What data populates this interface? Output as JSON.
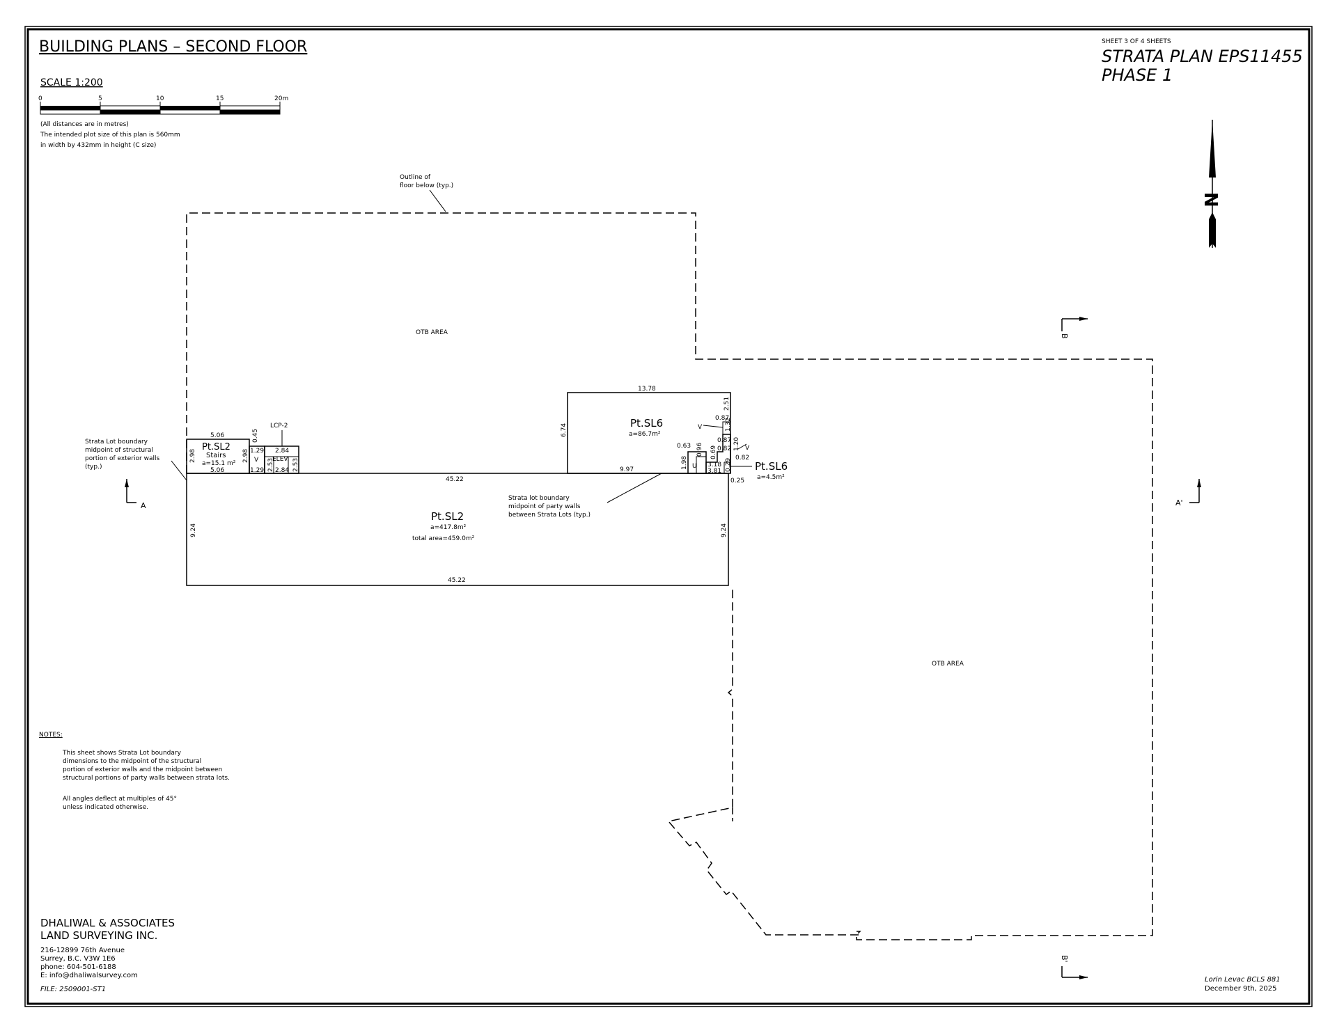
{
  "title": "BUILDING PLANS – SECOND FLOOR",
  "sheet": "SHEET 3 OF 4 SHEETS",
  "strata_plan": "STRATA PLAN EPS11455",
  "phase": "PHASE 1",
  "scale": {
    "label": "SCALE 1:200",
    "ticks": [
      "0",
      "5",
      "10",
      "15",
      "20m"
    ],
    "note_lines": [
      "(All distances are in metres)",
      "The intended plot size of this plan is 560mm",
      "in width by 432mm in height (C size)"
    ]
  },
  "north_label": "N",
  "labels": {
    "outline_line1": "Outline of",
    "outline_line2": "floor below (typ.)",
    "otb_area_top": "OTB AREA",
    "otb_area_right": "OTB AREA",
    "lcp": "LCP-2",
    "elev": "ELEV.",
    "v_left": "V",
    "v_right": "V",
    "v_right2": "V",
    "u": "U",
    "boundary_ext_1": "Strata Lot boundary",
    "boundary_ext_2": "midpoint of structural",
    "boundary_ext_3": "portion of exterior walls",
    "boundary_ext_4": "(typ.)",
    "boundary_party_1": "Strata lot boundary",
    "boundary_party_2": "midpoint of party walls",
    "boundary_party_3": "between Strata Lots (typ.)"
  },
  "section_marks": {
    "a": "A",
    "a_prime": "A'",
    "b": "B",
    "b_prime": "B'"
  },
  "lots": {
    "sl2_main": {
      "name": "Pt.SL2",
      "area": "a=417.8m²",
      "total": "total area=459.0m²"
    },
    "sl2_stairs": {
      "name": "Pt.SL2",
      "sub": "Stairs",
      "area": "a=15.1 m²"
    },
    "sl6_main": {
      "name": "Pt.SL6",
      "area": "a=86.7m²"
    },
    "sl6_small": {
      "name": "Pt.SL6",
      "area": "a=4.5m²"
    }
  },
  "dims": {
    "d_45_22_top": "45.22",
    "d_45_22_bottom": "45.22",
    "d_9_24_left": "9.24",
    "d_9_24_right": "9.24",
    "d_5_06_top": "5.06",
    "d_5_06_bottom": "5.06",
    "d_2_98_left": "2.98",
    "d_2_98_right": "2.98",
    "d_0_45": "0.45",
    "d_1_29_top": "1.29",
    "d_1_29_bottom": "1.29",
    "d_2_53_a": "2.53",
    "d_2_53_b": "2.53",
    "d_2_84_top": "2.84",
    "d_2_84_bottom": "2.84",
    "d_13_78": "13.78",
    "d_6_74": "6.74",
    "d_9_97": "9.97",
    "d_2_51": "2.51",
    "d_0_87_a": "0.87",
    "d_0_87_b": "0.87",
    "d_1_32": "1.32",
    "d_0_82_a": "0.82",
    "d_0_82_b": "0.82",
    "d_1_20": "1.20",
    "d_0_63": "0.63",
    "d_0_96": "0.96",
    "d_0_69": "0.69",
    "d_1_98": "1.98",
    "d_3_18": "3.18",
    "d_3_81": "3.81",
    "d_0_25": "0.25",
    "d_0_29": "0.29"
  },
  "notes": {
    "heading": "NOTES:",
    "para1": [
      "This sheet shows Strata Lot boundary",
      "dimensions to the midpoint of the structural",
      "portion of exterior walls and the midpoint between",
      "structural portions of party walls between strata lots."
    ],
    "para2": [
      "All angles deflect at multiples of 45°",
      "unless indicated otherwise."
    ]
  },
  "firm": {
    "name1": "DHALIWAL & ASSOCIATES",
    "name2": "LAND SURVEYING INC.",
    "address1": "216-12899 76th Avenue",
    "address2": "Surrey, B.C.  V3W 1E6",
    "phone": "phone:  604-501-6188",
    "email": "E:  info@dhaliwalsurvey.com",
    "file": "FILE:  2509001-ST1"
  },
  "signature": {
    "line1": "Lorin Levac  BCLS 881",
    "line2": "December 9th, 2025"
  }
}
